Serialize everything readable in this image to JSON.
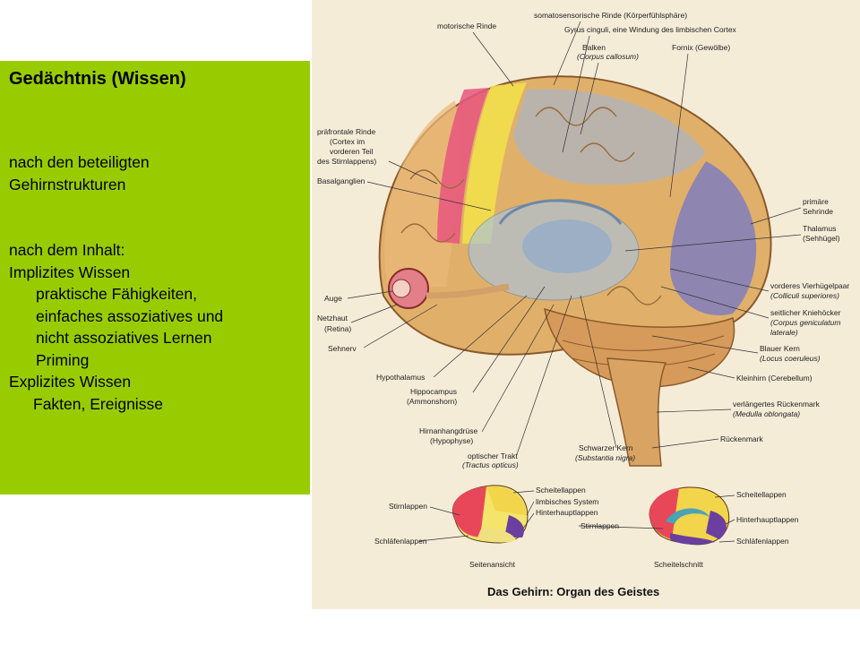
{
  "panel": {
    "title": "Gedächtnis (Wissen)",
    "line1": "nach den beteiligten",
    "line2": "Gehirnstrukturen",
    "line3": "nach dem Inhalt:",
    "line4": "Implizites Wissen",
    "line5": "praktische Fähigkeiten,",
    "line6": "einfaches assoziatives und",
    "line7": "nicht assoziatives Lernen",
    "line8": "Priming",
    "line9": "Explizites Wissen",
    "line10": "Fakten, Ereignisse",
    "color": "#99cc00"
  },
  "figure": {
    "labels": {
      "motor": "motorische Rinde",
      "somato": "somatosensorische Rinde (Körperfühlsphäre)",
      "gyrus": "Gyrus cinguli, eine Windung des limbischen Cortex",
      "balken": "Balken",
      "balken_lat": "(Corpus callosum)",
      "fornix": "Fornix (Gewölbe)",
      "pfc1": "präfrontale Rinde",
      "pfc2": "(Cortex im",
      "pfc3": "vorderen Teil",
      "pfc4": "des Stirnlappens)",
      "basal": "Basalganglien",
      "primaer1": "primäre",
      "primaer2": "Sehrinde",
      "thal1": "Thalamus",
      "thal2": "(Sehhügel)",
      "vh1": "vorderes Vierhügelpaar",
      "vh2": "(Colliculi superiores)",
      "sk1": "seitlicher Kniehöcker",
      "sk2": "(Corpus geniculatum",
      "sk3": "laterale)",
      "auge": "Auge",
      "netz1": "Netzhaut",
      "netz2": "(Retina)",
      "sehnerv": "Sehnerv",
      "blau1": "Blauer Kern",
      "blau2": "(Locus coeruleus)",
      "klein": "Kleinhirn (Cerebellum)",
      "hypo": "Hypothalamus",
      "hippo1": "Hippocampus",
      "hippo2": "(Ammonshorn)",
      "rm1": "verlängertes Rückenmark",
      "rm2": "(Medulla oblongata)",
      "hh1": "Hirnanhangdrüse",
      "hh2": "(Hypophyse)",
      "rueck": "Rückenmark",
      "schw1": "Schwarzer Kern",
      "schw2": "(Substantia nigra)",
      "opt1": "optischer Trakt",
      "opt2": "(Tractus opticus)",
      "s_scheitel": "Scheitellappen",
      "s_limb": "limbisches System",
      "s_hinter": "Hinterhauptlappen",
      "s_stirn_l": "Stirnlappen",
      "s_schlaefen_l": "Schläfenlappen",
      "s_seiten": "Seitenansicht",
      "s_stirn_r": "Stirnlappen",
      "s_scheitel_r": "Scheitellappen",
      "s_hinter_r": "Hinterhauptlappen",
      "s_schlaefen_r": "Schläfenlappen",
      "s_schnitt": "Scheitelschnitt"
    },
    "caption": "Das Gehirn: Organ des Geistes",
    "colors": {
      "background": "#f5ecd8",
      "cortex": "#e0b06a",
      "motor": "#e8567f",
      "somato": "#f2df4a",
      "visual": "#7477c9",
      "parietal": "#f2d54a",
      "frontal": "#e8475a",
      "temporal": "#f4e46a",
      "occipital": "#6a3fa0"
    }
  }
}
